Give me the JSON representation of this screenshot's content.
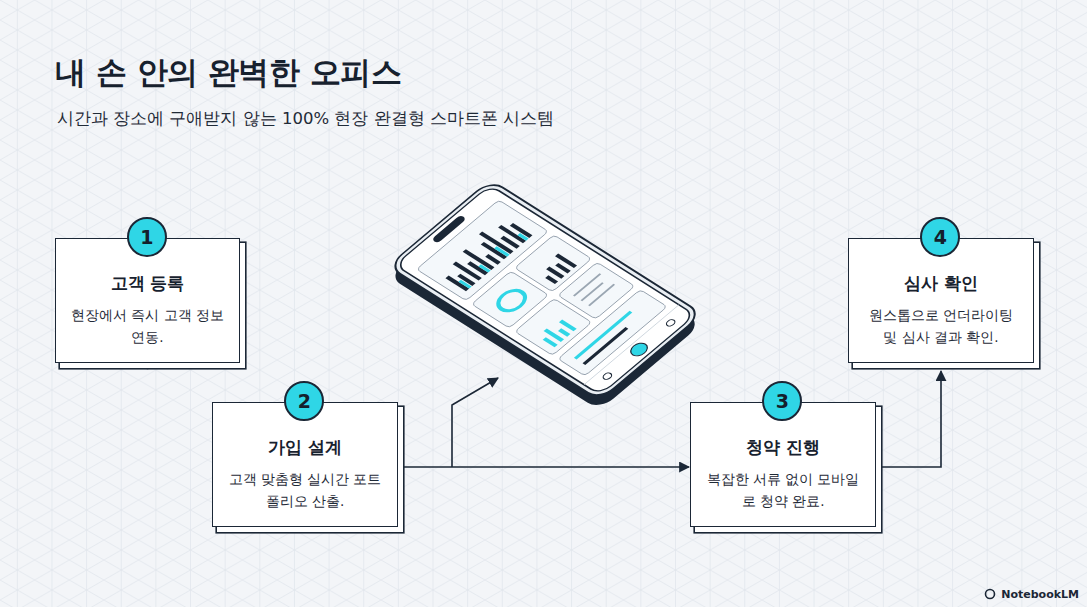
{
  "diagram": {
    "title": "내 손 안의 완벽한 오피스",
    "caption": "시간과 장소에 구애받지 않는 100% 현장 완결형 스마트폰 시스템",
    "nodes": [
      {
        "text": [
          "고객 등록",
          "현장에서 즉시 고객 정보 연동."
        ]
      },
      {
        "text": [
          "1"
        ],
        "in": 0
      },
      {
        "text": [
          "가입 설계",
          "고객 맞춤형 실시간 포트폴리오 산출."
        ]
      },
      {
        "text": [
          "2"
        ],
        "in": 2
      },
      {
        "text": [
          "청약 진행",
          "복잡한 서류 없이 모바일로 청약 완료."
        ]
      },
      {
        "text": [
          "3"
        ],
        "in": 4
      },
      {
        "text": [
          "심사 확인",
          "원스톱으로 언더라이팅 및 심사 결과 확인."
        ]
      },
      {
        "text": [
          "4"
        ],
        "in": 6
      }
    ],
    "edges": [
      {
        "from": 0,
        "to": 2,
        "arrow": "to"
      },
      {
        "from": 2,
        "to": 4,
        "arrow": "to"
      },
      {
        "from": 4,
        "to": 6,
        "arrow": "to"
      }
    ],
    "labels": [
      "NotebookLM"
    ]
  }
}
